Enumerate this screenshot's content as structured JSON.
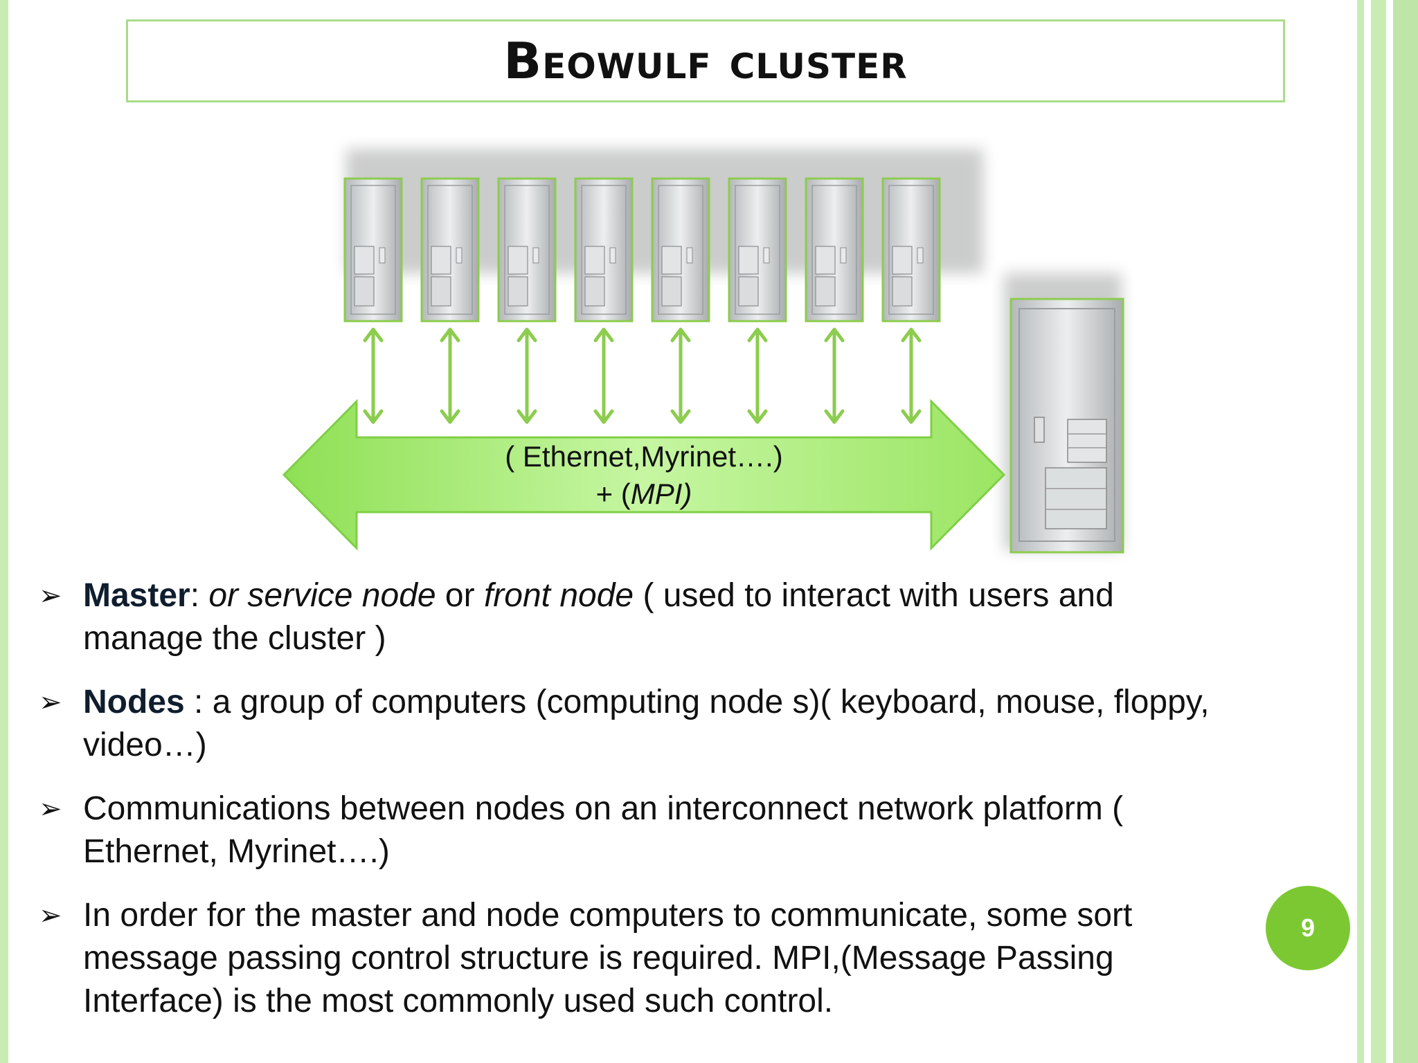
{
  "slide": {
    "title": "Beowulf cluster",
    "page_number": "9"
  },
  "diagram": {
    "node_count": 8,
    "bus_label_line1": "( Ethernet,Myrinet….)",
    "bus_label_line2_prefix": "+ (",
    "bus_label_line2_italic": "MPI)",
    "colors": {
      "accent": "#8ccc4e",
      "bus_fill": "#b6f08a",
      "server": "#c8cacb"
    }
  },
  "bullets": [
    {
      "segments": [
        {
          "t": "Master",
          "s": "b"
        },
        {
          "t": ": ",
          "s": "n"
        },
        {
          "t": "or service node",
          "s": "i"
        },
        {
          "t": " or ",
          "s": "n"
        },
        {
          "t": "front node",
          "s": "i"
        },
        {
          "t": " ( used to interact with users and manage the cluster )",
          "s": "n"
        }
      ]
    },
    {
      "segments": [
        {
          "t": "Nodes",
          "s": "b"
        },
        {
          "t": " : a group of computers (computing node s)( keyboard, mouse, floppy,  video…)",
          "s": "n"
        }
      ]
    },
    {
      "segments": [
        {
          "t": "Communications between nodes on an interconnect network platform ( Ethernet, Myrinet….)",
          "s": "n"
        }
      ]
    },
    {
      "segments": [
        {
          "t": "In order for the master and node computers to communicate, some sort message passing control structure is required.  MPI,(Message Passing Interface) is the most commonly used such control.",
          "s": "n"
        }
      ]
    }
  ]
}
